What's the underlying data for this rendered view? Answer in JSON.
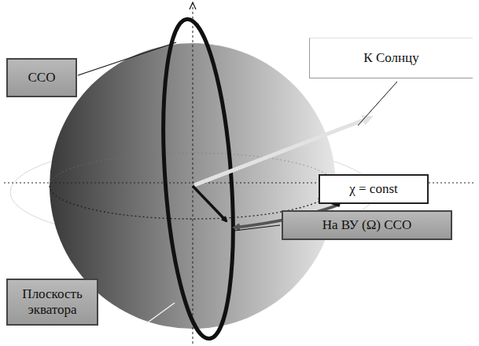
{
  "diagram": {
    "nodes": [
      {
        "text": [
          "ССО"
        ]
      },
      {
        "text": [
          "К Солнцу"
        ]
      },
      {
        "text": [
          "χ = const"
        ]
      },
      {
        "text": [
          "На ВУ (Ω) ССО"
        ]
      },
      {
        "text": [
          "Плоскость экватора"
        ]
      }
    ]
  }
}
